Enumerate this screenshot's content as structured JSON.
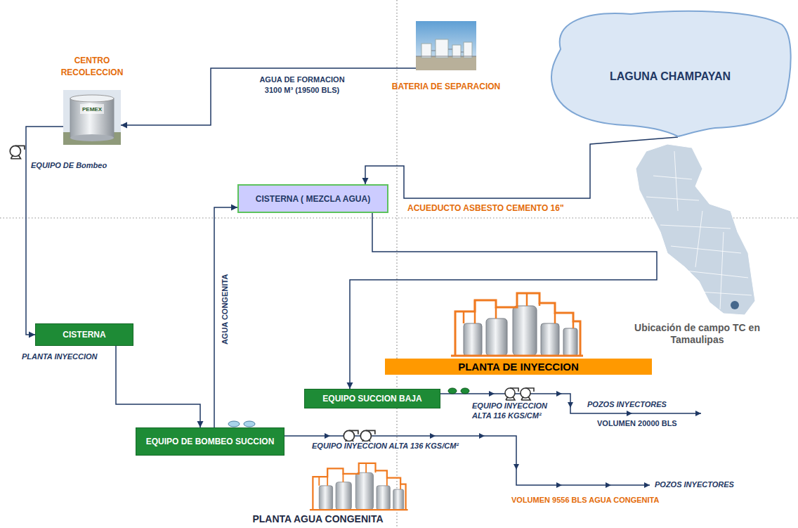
{
  "diagram": {
    "nodes": [
      {
        "text": [
          "CENTRO RECOLECCION"
        ]
      },
      {
        "text": [
          "BATERIA DE SEPARACION"
        ]
      },
      {
        "text": [
          "LAGUNA CHAMPAYAN"
        ]
      },
      {
        "text": [
          "CISTERNA ( MEZCLA AGUA)"
        ]
      },
      {
        "text": [
          "CISTERNA",
          "PLANTA INYECCION"
        ]
      },
      {
        "text": [
          "EQUIPO DE BOMBEO SUCCION"
        ]
      },
      {
        "text": [
          "EQUIPO SUCCION BAJA"
        ]
      },
      {
        "text": [
          "PLANTA DE INYECCION"
        ]
      }
    ],
    "edges": [
      {
        "from": 1,
        "to": 0,
        "label": "AGUA DE FORMACION 3100 M³ (19500 BLS)",
        "arrow": "to"
      },
      {
        "from": 0,
        "to": 4,
        "arrow": "to"
      },
      {
        "from": 2,
        "to": 3,
        "label": "ACUEDUCTO ASBESTO CEMENTO 16\"",
        "arrow": "to"
      },
      {
        "from": 4,
        "to": 5,
        "arrow": "to"
      },
      {
        "from": 5,
        "to": 3,
        "label": "AGUA CONGENITA",
        "arrow": "to"
      },
      {
        "from": 3,
        "to": 6,
        "arrow": "to"
      }
    ],
    "labels": [
      "PEMEX",
      "EQUIPO DE Bombeo",
      "EQUIPO INYECCION ALTA 116 KGS/CM²",
      "POZOS INYECTORES",
      "VOLUMEN 20000 BLS",
      "EQUIPO INYECCION ALTA 136 KGS/CM²",
      "POZOS INYECTORES",
      "VOLUMEN 9556 BLS AGUA CONGENITA",
      "PLANTA AGUA CONGENITA",
      "Ubicación de campo TC en Tamaulipas"
    ]
  }
}
